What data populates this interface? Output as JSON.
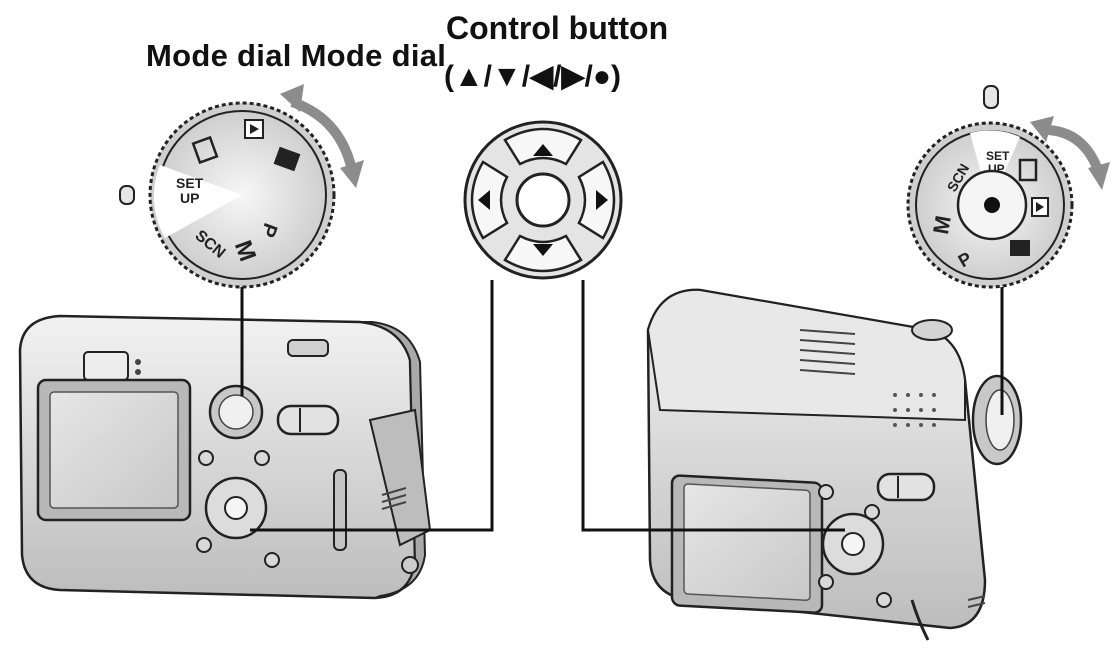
{
  "labels": {
    "mode_dial": "Mode dial Mode dial",
    "control_button": "Control button",
    "control_symbols": "(▲/▼/◀/▶/●)"
  },
  "left_dial": {
    "set_up": "SET\nUP",
    "scn": "SCN",
    "m": "M",
    "p": "P"
  },
  "right_dial": {
    "set_up": "SET\nUP",
    "scn": "SCN",
    "m": "M",
    "p": "P"
  },
  "colors": {
    "line": "#111111",
    "body": "#d9d9d9",
    "body_dark": "#9a9a9a",
    "arrow": "#8c8c8c"
  }
}
